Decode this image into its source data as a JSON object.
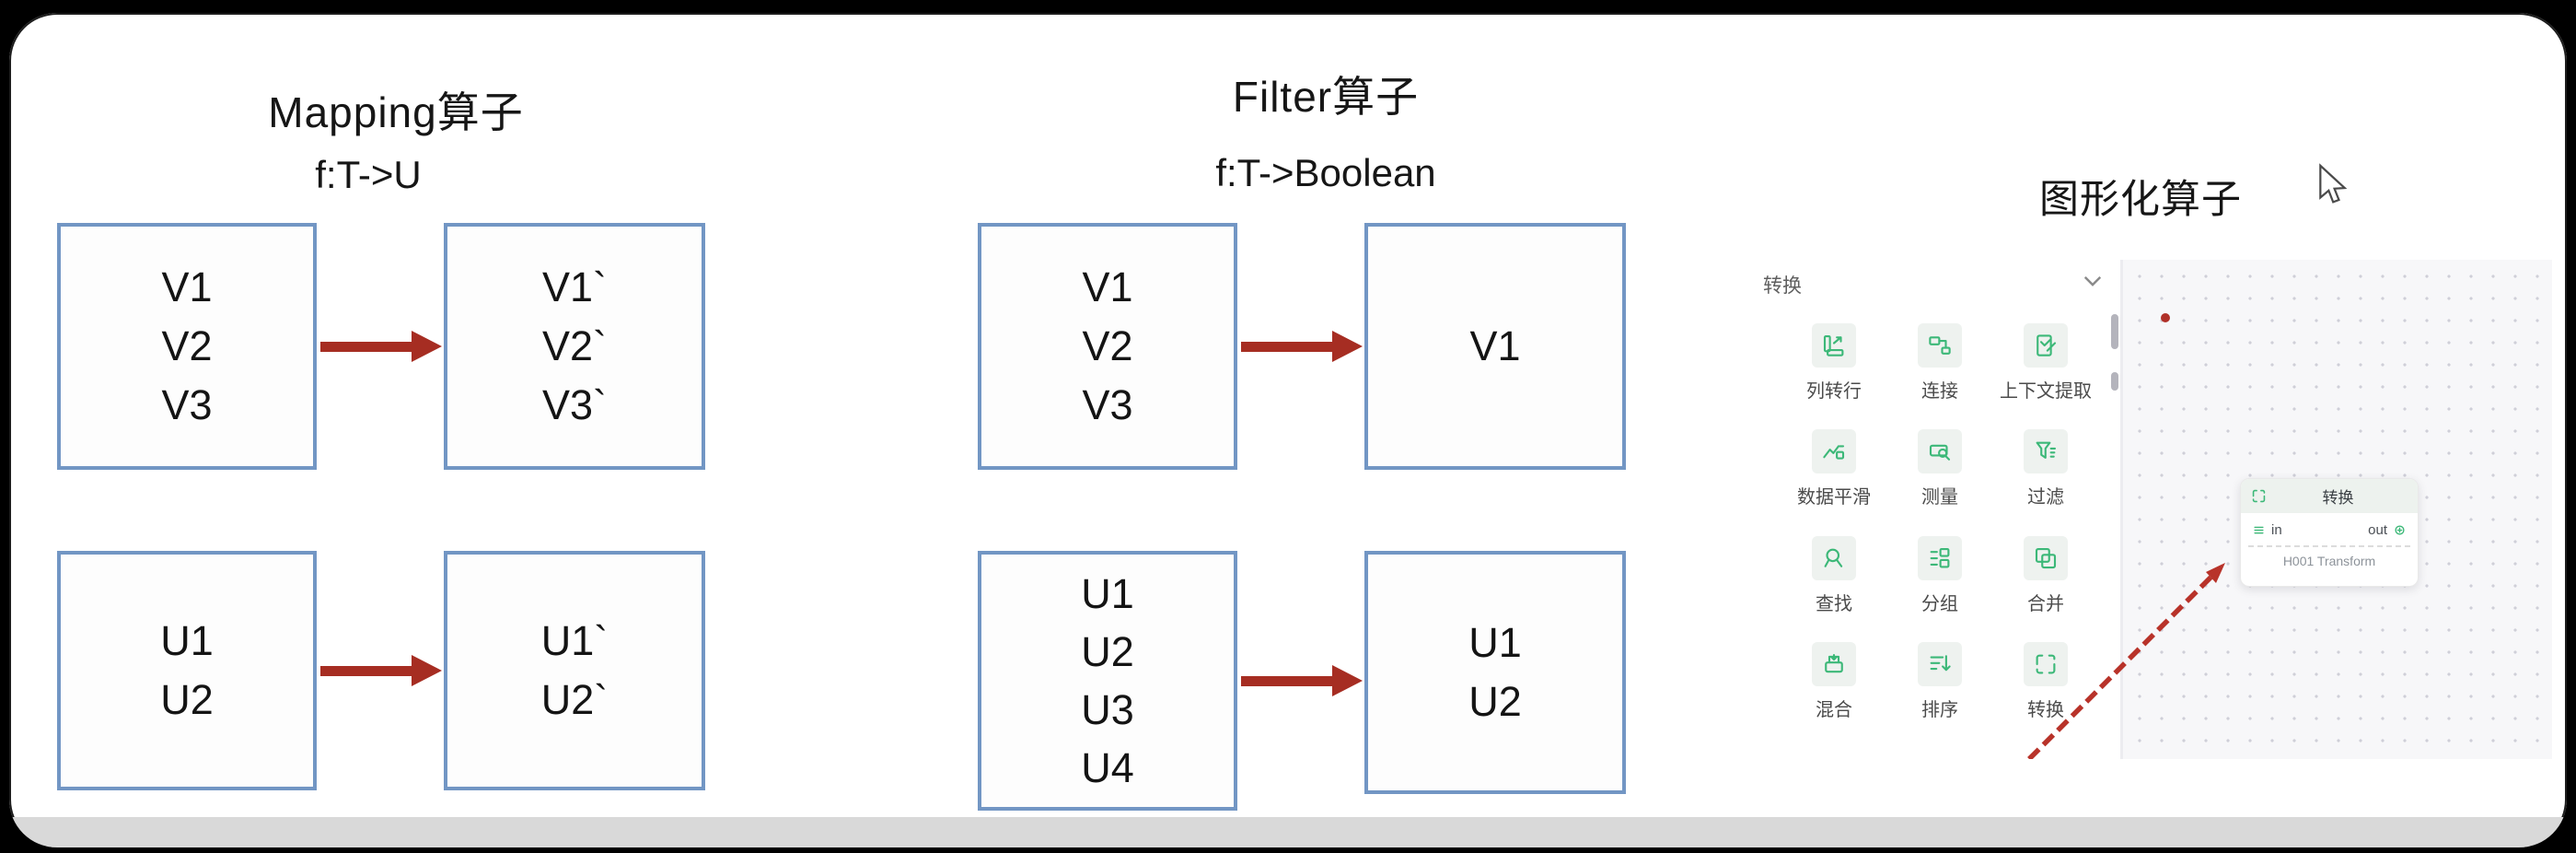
{
  "mapping": {
    "title": "Mapping算子",
    "formula": "f:T->U",
    "row1": {
      "input": {
        "l1": "V1",
        "l2": "V2",
        "l3": "V3"
      },
      "output": {
        "l1": "V1`",
        "l2": "V2`",
        "l3": "V3`"
      }
    },
    "row2": {
      "input": {
        "l1": "U1",
        "l2": "U2"
      },
      "output": {
        "l1": "U1`",
        "l2": "U2`"
      }
    }
  },
  "filter": {
    "title": "Filter算子",
    "formula": "f:T->Boolean",
    "row1": {
      "input": {
        "l1": "V1",
        "l2": "V2",
        "l3": "V3"
      },
      "output": {
        "l1": "V1"
      }
    },
    "row2": {
      "input": {
        "l1": "U1",
        "l2": "U2",
        "l3": "U3",
        "l4": "U4"
      },
      "output": {
        "l1": "U1",
        "l2": "U2"
      }
    }
  },
  "graphical": {
    "title": "图形化算子",
    "palette": {
      "category": "转换",
      "items": [
        {
          "label": "列转行",
          "icon": "column-to-row-icon"
        },
        {
          "label": "连接",
          "icon": "join-icon"
        },
        {
          "label": "上下文提取",
          "icon": "context-extract-icon"
        },
        {
          "label": "数据平滑",
          "icon": "data-smooth-icon"
        },
        {
          "label": "测量",
          "icon": "measure-icon"
        },
        {
          "label": "过滤",
          "icon": "filter-funnel-icon"
        },
        {
          "label": "查找",
          "icon": "lookup-icon"
        },
        {
          "label": "分组",
          "icon": "group-icon"
        },
        {
          "label": "合并",
          "icon": "merge-icon"
        },
        {
          "label": "混合",
          "icon": "blend-icon"
        },
        {
          "label": "排序",
          "icon": "sort-icon"
        },
        {
          "label": "转换",
          "icon": "transform-icon"
        }
      ]
    },
    "node": {
      "title": "转换",
      "port_in": "in",
      "port_out": "out",
      "subtitle": "H001 Transform"
    }
  },
  "colors": {
    "box_border": "#7296c4",
    "arrow_red": "#a62d22",
    "palette_green": "#3cb878"
  }
}
